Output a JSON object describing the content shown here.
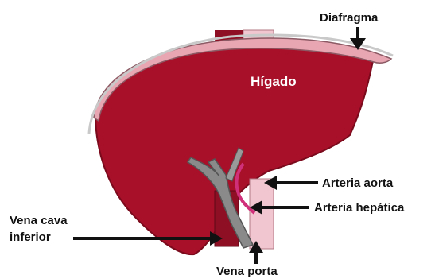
{
  "labels": {
    "diafragma": "Diafragma",
    "higado": "Hígado",
    "arteria_aorta": "Arteria aorta",
    "arteria_hepatica": "Arteria hepática",
    "vena_cava_line1": "Vena cava",
    "vena_cava_line2": "inferior",
    "vena_porta": "Vena porta"
  },
  "colors": {
    "liver": "#a8102a",
    "liver_outline": "#7a0a1c",
    "diaphragm": "#e8a6b2",
    "diaphragm_outline": "#8c5a64",
    "vena_cava": "#8e0f24",
    "aorta": "#f2c6d0",
    "portal_vein": "#8a8a8a",
    "hepatic_artery": "#d0307a",
    "arrow": "#111111"
  }
}
